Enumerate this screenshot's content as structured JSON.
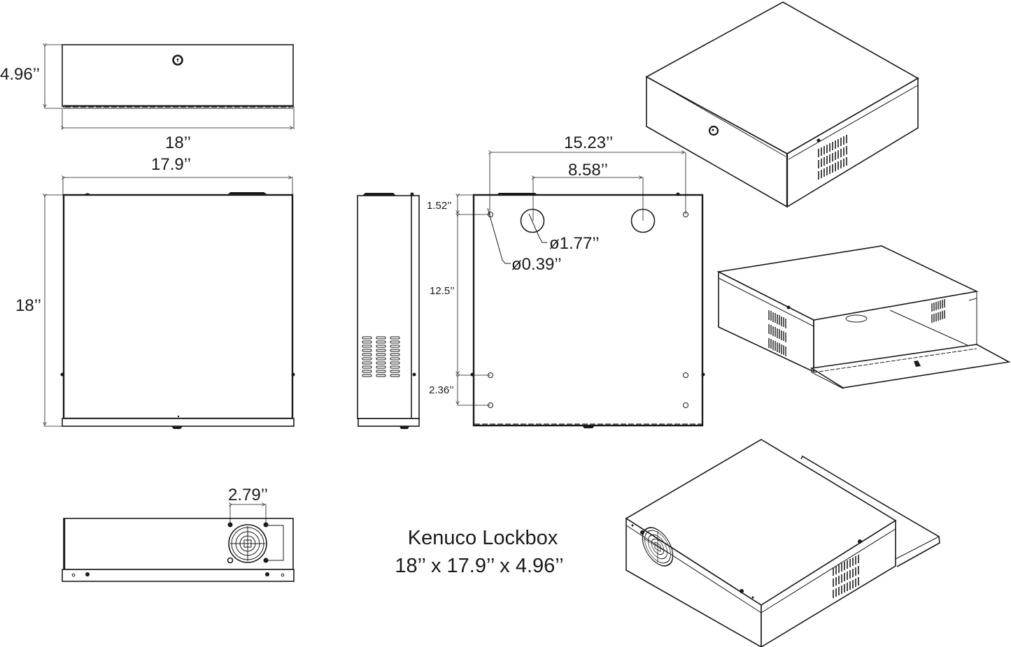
{
  "title": {
    "product_name": "Kenuco Lockbox",
    "overall_dimensions": "18’’ x 17.9’’ x 4.96’’"
  },
  "views": {
    "front_view": {
      "height_label": "4.96’’",
      "width_label": "18’’",
      "features": [
        "keyhole-lock",
        "hinge-strip"
      ]
    },
    "top_view": {
      "width_label": "17.9’’",
      "depth_label": "18’’"
    },
    "side_view": {
      "features": [
        "vent-slots-3x10"
      ]
    },
    "back_view": {
      "hole_spacing_outer": "15.23’’",
      "hole_spacing_inner": "8.58’’",
      "large_hole_diameter": "ø1.77’’",
      "small_hole_diameter": "ø0.39’’",
      "top_offset": "1.52’’",
      "vertical_spacing": "12.5’’",
      "bottom_spacing": "2.36’’"
    },
    "rear_fan_view": {
      "fan_mount_spacing": "2.79’’",
      "features": [
        "cooling-fan",
        "mount-screws"
      ]
    },
    "isometric_views": [
      {
        "name": "closed-front-isometric",
        "state": "closed"
      },
      {
        "name": "open-door-isometric",
        "state": "door open"
      },
      {
        "name": "rear-fan-isometric",
        "state": "rear with fan and open lid"
      }
    ]
  }
}
